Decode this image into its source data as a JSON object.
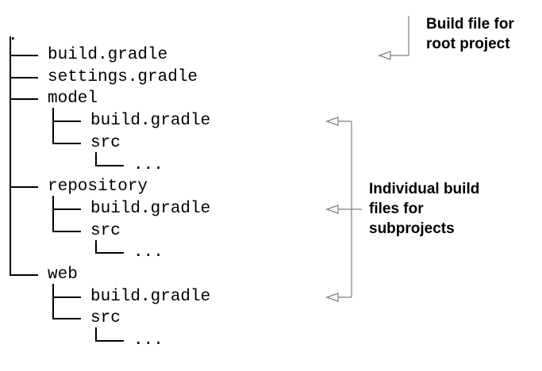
{
  "tree": {
    "root": ".",
    "rows": [
      {
        "depth": 0,
        "kind": "tee",
        "label": "build.gradle"
      },
      {
        "depth": 0,
        "kind": "tee",
        "label": "settings.gradle"
      },
      {
        "depth": 0,
        "kind": "tee",
        "label": "model"
      },
      {
        "depth": 1,
        "kind": "tee",
        "label": "build.gradle"
      },
      {
        "depth": 1,
        "kind": "last",
        "label": "src"
      },
      {
        "depth": 2,
        "kind": "last",
        "label": "..."
      },
      {
        "depth": 0,
        "kind": "tee",
        "label": "repository"
      },
      {
        "depth": 1,
        "kind": "tee",
        "label": "build.gradle"
      },
      {
        "depth": 1,
        "kind": "last",
        "label": "src"
      },
      {
        "depth": 2,
        "kind": "last",
        "label": "..."
      },
      {
        "depth": 0,
        "kind": "last",
        "label": "web"
      },
      {
        "depth": 1,
        "kind": "tee",
        "label": "build.gradle"
      },
      {
        "depth": 1,
        "kind": "last",
        "label": "src"
      },
      {
        "depth": 2,
        "kind": "last",
        "label": "..."
      }
    ]
  },
  "annotations": {
    "root_build_file": "Build file for root project",
    "subproject_build_files": "Individual build files for subprojects"
  },
  "colors": {
    "text": "#000000",
    "connector": "#7f7f7f",
    "background": "#ffffff"
  }
}
